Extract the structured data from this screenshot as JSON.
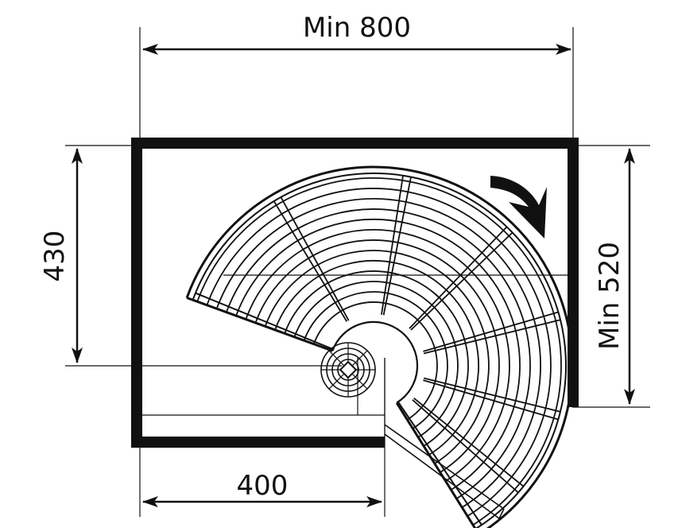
{
  "labels": {
    "top_width": "Min 800",
    "bottom_width": "400",
    "left_depth": "430",
    "right_depth": "Min 520"
  },
  "colors": {
    "ink": "#111111",
    "background": "#ffffff"
  },
  "icons": {
    "rotation": "curved-arrow-icon"
  }
}
